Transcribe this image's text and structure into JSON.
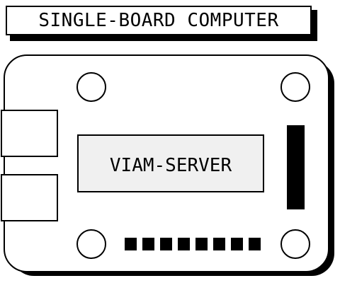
{
  "diagram": {
    "title": "SINGLE-BOARD COMPUTER",
    "chip_label": "VIAM-SERVER",
    "pin_count": 8,
    "colors": {
      "line": "#000000",
      "board_fill": "#ffffff",
      "chip_fill": "#f0f0f0",
      "pin_fill": "#000000"
    }
  }
}
